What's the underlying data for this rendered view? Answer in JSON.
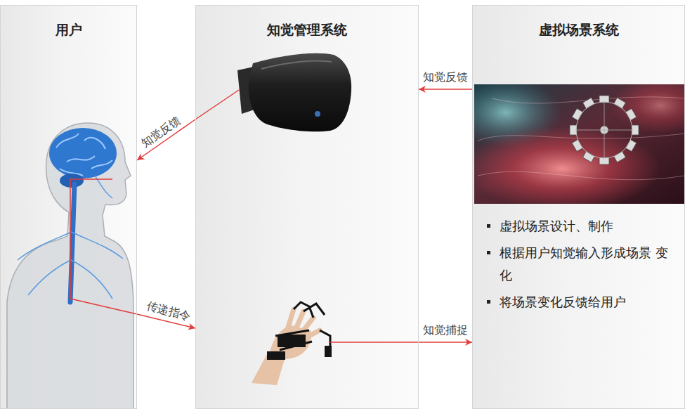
{
  "diagram": {
    "nodes": [
      {
        "text": [
          "用户"
        ]
      },
      {
        "text": [
          "知觉管理系统"
        ]
      },
      {
        "text": [
          "虚拟场景系统",
          "虚拟场景设计、制作",
          "根据用户知觉输入形成场景 变化",
          "将场景变化反馈给用户"
        ]
      }
    ],
    "edges": [
      {
        "from": 2,
        "to": 1,
        "label": "知觉反馈",
        "arrow": "to"
      },
      {
        "from": 1,
        "to": 0,
        "label": "知觉反馈",
        "arrow": "to"
      },
      {
        "from": 0,
        "to": 1,
        "label": "传递指令",
        "arrow": "to"
      },
      {
        "from": 1,
        "to": 2,
        "label": "知觉捕捉",
        "arrow": "to"
      }
    ]
  }
}
